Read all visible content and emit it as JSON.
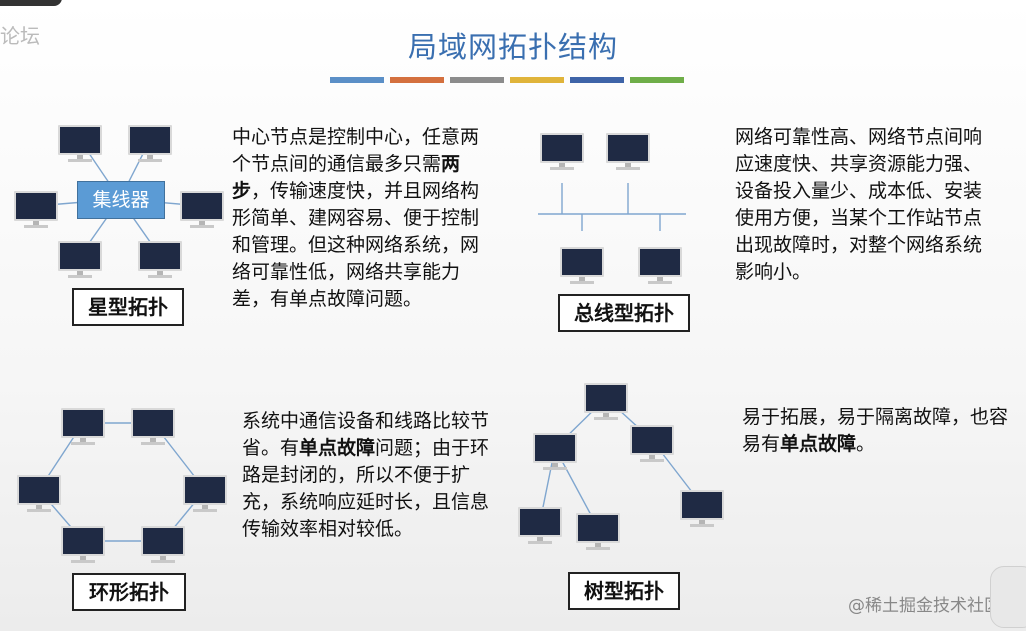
{
  "title": "局域网拓扑结构",
  "watermark_top": "论坛",
  "watermark": "@稀土掘金技术社区",
  "accent_bars": [
    "#5b8fc7",
    "#d4703e",
    "#8c8c8c",
    "#e0b43a",
    "#3e64a8",
    "#6fae49"
  ],
  "star": {
    "label": "星型拓扑",
    "hub": "集线器",
    "desc": [
      {
        "t": "中心节点是控制中心，任意两个节点间的通信最多只需"
      },
      {
        "t": "两步",
        "b": true
      },
      {
        "t": "，传输速度快，并且网络构形简单、建网容易、便于控制和管理。但这种网络系统，网络可靠性低，网络共享能力差，有单点故障问题。"
      }
    ]
  },
  "bus": {
    "label": "总线型拓扑",
    "desc": [
      {
        "t": "网络可靠性高、网络节点间响应速度快、共享资源能力强、设备投入量少、成本低、安装使用方便，当某个工作站节点出现故障时，对整个网络系统影响小。"
      }
    ]
  },
  "ring": {
    "label": "环形拓扑",
    "desc": [
      {
        "t": "系统中通信设备和线路比较节省。有"
      },
      {
        "t": "单点故障",
        "b": true
      },
      {
        "t": "问题；由于环路是封闭的，所以不便于扩充，系统响应延时长，且信息传输效率相对较低。"
      }
    ]
  },
  "tree": {
    "label": "树型拓扑",
    "desc": [
      {
        "t": "易于拓展，易于隔离故障，也容易有"
      },
      {
        "t": "单点故障",
        "b": true
      },
      {
        "t": "。"
      }
    ]
  }
}
